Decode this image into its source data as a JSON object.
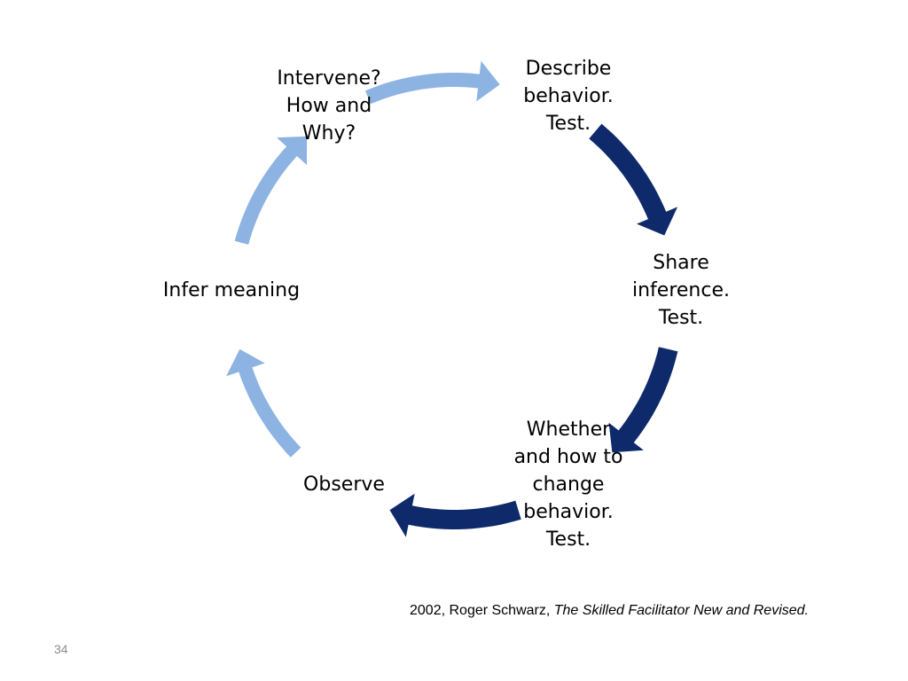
{
  "colors": {
    "light_arrow": "#8db3e2",
    "dark_arrow": "#0f2a6b",
    "text": "#000000",
    "page_number": "#8c8c8c"
  },
  "steps": [
    {
      "id": "describe",
      "lines": [
        "Describe",
        "behavior.",
        "Test."
      ]
    },
    {
      "id": "share",
      "lines": [
        "Share",
        "inference.",
        "Test."
      ]
    },
    {
      "id": "whether",
      "lines": [
        "Whether",
        "and how to",
        "change",
        "behavior.",
        "Test."
      ]
    },
    {
      "id": "observe",
      "lines": [
        "Observe"
      ]
    },
    {
      "id": "infer",
      "lines": [
        "Infer meaning"
      ]
    },
    {
      "id": "intervene",
      "lines": [
        "Intervene?",
        "How and",
        "Why?"
      ]
    }
  ],
  "arrows": [
    {
      "from": "intervene",
      "to": "describe",
      "style": "light"
    },
    {
      "from": "describe",
      "to": "share",
      "style": "dark"
    },
    {
      "from": "share",
      "to": "whether",
      "style": "dark"
    },
    {
      "from": "whether",
      "to": "observe",
      "style": "dark"
    },
    {
      "from": "observe",
      "to": "infer",
      "style": "light"
    },
    {
      "from": "infer",
      "to": "intervene",
      "style": "light"
    }
  ],
  "citation": {
    "prefix": "2002, Roger Schwarz, ",
    "title": "The Skilled Facilitator New and Revised."
  },
  "slide_number": "34"
}
